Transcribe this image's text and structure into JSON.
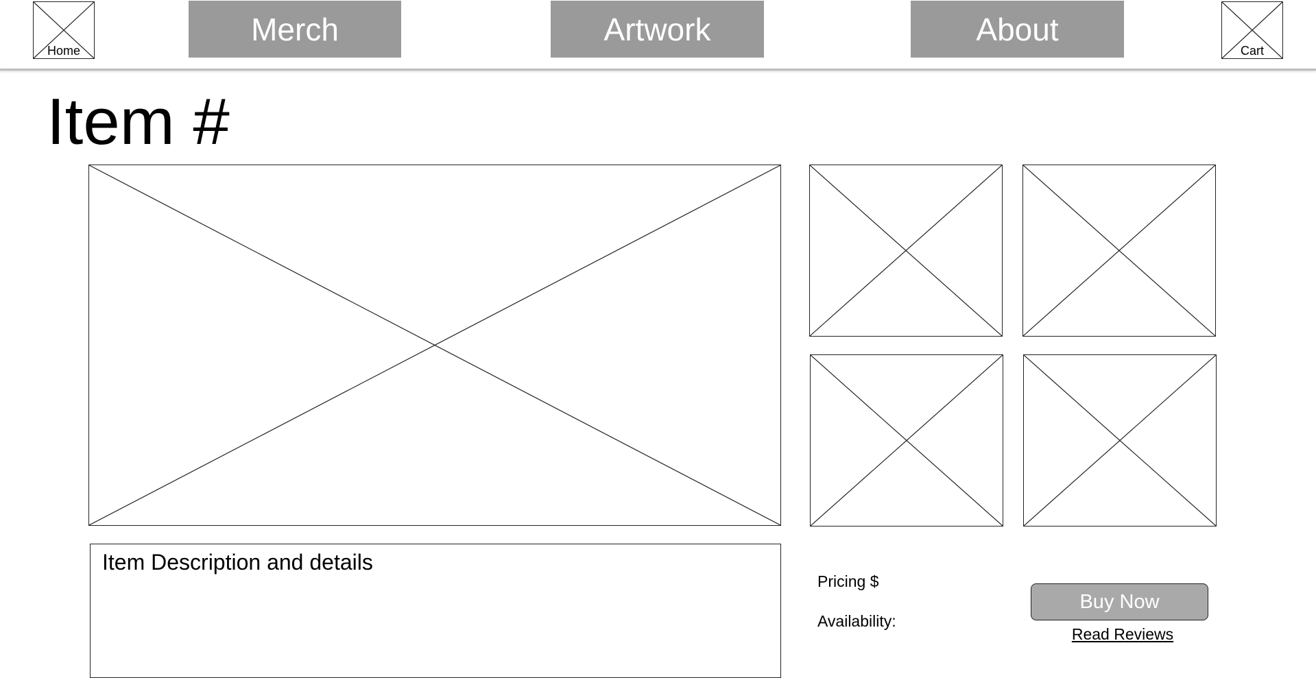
{
  "header": {
    "home_label": "Home",
    "cart_label": "Cart",
    "nav": {
      "merch": "Merch",
      "artwork": "Artwork",
      "about": "About"
    },
    "nav_button_color": "#9a9a9a"
  },
  "main": {
    "title": "Item #",
    "description": "Item Description and details",
    "pricing_label": "Pricing $",
    "availability_label": "Availability:",
    "buy_button_label": "Buy Now",
    "reviews_link_label": "Read Reviews",
    "buy_button_color": "#a9a9a9"
  },
  "icons": {
    "home": "home-icon",
    "cart": "cart-icon",
    "image_placeholder": "image-placeholder-icon"
  }
}
